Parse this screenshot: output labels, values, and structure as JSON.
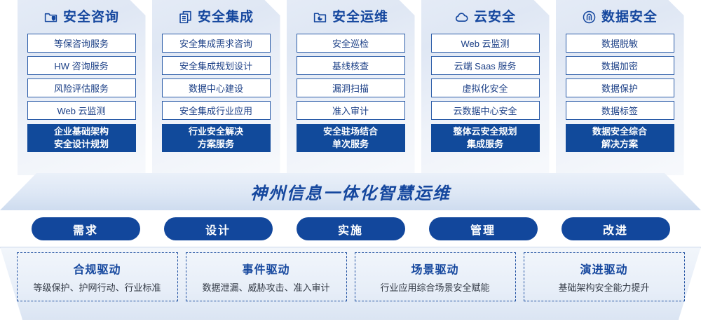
{
  "columns": [
    {
      "icon": "folder-shield-icon",
      "title": "安全咨询",
      "items": [
        "等保咨询服务",
        "HW 咨询服务",
        "风险评估服务",
        "Web 云监测"
      ],
      "summary": [
        "企业基础架构",
        "安全设计规划"
      ]
    },
    {
      "icon": "documents-icon",
      "title": "安全集成",
      "items": [
        "安全集成需求咨询",
        "安全集成规划设计",
        "数据中心建设",
        "安全集成行业应用"
      ],
      "summary": [
        "行业安全解决",
        "方案服务"
      ]
    },
    {
      "icon": "folder-chart-icon",
      "title": "安全运维",
      "items": [
        "安全巡检",
        "基线核查",
        "漏洞扫描",
        "准入审计"
      ],
      "summary": [
        "安全驻场结合",
        "单次服务"
      ]
    },
    {
      "icon": "cloud-icon",
      "title": "云安全",
      "items": [
        "Web 云监测",
        "云端 Saas 服务",
        "虚拟化安全",
        "云数据中心安全"
      ],
      "summary": [
        "整体云安全规划",
        "集成服务"
      ]
    },
    {
      "icon": "fingerprint-icon",
      "title": "数据安全",
      "items": [
        "数据脱敏",
        "数据加密",
        "数据保护",
        "数据标签"
      ],
      "summary": [
        "数据安全综合",
        "解决方案"
      ]
    }
  ],
  "banner": {
    "text": "神州信息一体化智慧运维"
  },
  "pills": [
    {
      "label": "需求"
    },
    {
      "label": "设计"
    },
    {
      "label": "实施"
    },
    {
      "label": "管理"
    },
    {
      "label": "改进"
    }
  ],
  "drivers": [
    {
      "title": "合规驱动",
      "sub": "等级保护、护网行动、行业标准"
    },
    {
      "title": "事件驱动",
      "sub": "数据泄漏、威胁攻击、准入审计"
    },
    {
      "title": "场景驱动",
      "sub": "行业应用综合场景安全赋能"
    },
    {
      "title": "演进驱动",
      "sub": "基础架构安全能力提升"
    }
  ],
  "colors": {
    "brand_blue": "#15479e",
    "deep_blue": "#114a9b",
    "item_border": "#2b5ca8",
    "panel_light": "#e4ebf6"
  }
}
